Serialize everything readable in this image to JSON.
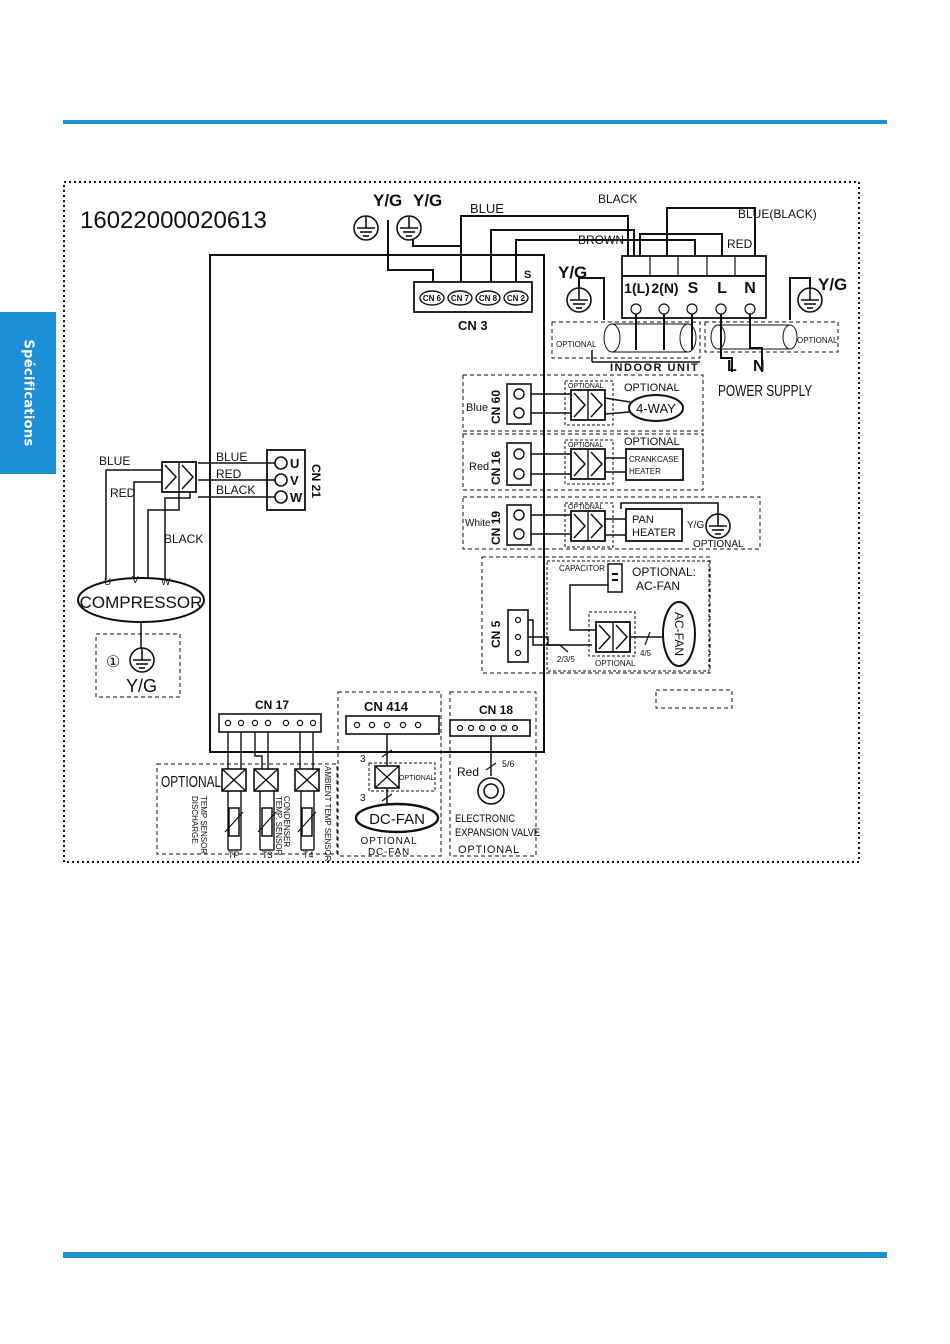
{
  "sidebar": {
    "label": "Spécifications"
  },
  "colors": {
    "accent": "#1c8fd6",
    "ink": "#111111"
  },
  "diagram": {
    "part_number": "16022000020613",
    "top": {
      "yg_1": "Y/G",
      "yg_2": "Y/G",
      "yg_left": "Y/G",
      "yg_right": "Y/G",
      "black": "BLACK",
      "blue": "BLUE",
      "blue_black": "BLUE(BLACK)",
      "brown": "BROWN",
      "red": "RED",
      "s": "S"
    },
    "cn3": {
      "label": "CN 3",
      "pins": [
        "CN 6",
        "CN 7",
        "CN 8",
        "CN 2"
      ]
    },
    "terminal": {
      "labels": [
        "1(L)",
        "2(N)",
        "S",
        "L",
        "N"
      ]
    },
    "indoor": {
      "optional": "OPTIONAL",
      "label": "INDOOR  UNIT"
    },
    "power": {
      "optional": "OPTIONAL",
      "l": "L",
      "n": "N",
      "label": "POWER SUPPLY"
    },
    "cn60": {
      "label": "CN 60",
      "wire": "Blue",
      "optional_small": "OPTIONAL",
      "optional": "OPTIONAL",
      "device": "4-WAY"
    },
    "cn16": {
      "label": "CN 16",
      "wire": "Red",
      "optional_small": "OPTIONAL",
      "optional": "OPTIONAL",
      "device_l1": "CRANKCASE",
      "device_l2": "HEATER"
    },
    "cn19": {
      "label": "CN 19",
      "wire": "White",
      "optional_small": "OPTIONAL",
      "device_l1": "PAN",
      "device_l2": "HEATER",
      "yg": "Y/G",
      "optional": "OPTIONAL"
    },
    "cn5": {
      "label": "CN 5",
      "capacitor": "CAPACITOR",
      "optional_l1": "OPTIONAL:",
      "optional_l2": "AC-FAN",
      "fan": "AC-FAN",
      "pins_a": "2/3/5",
      "pins_b": "4/5",
      "optional_small": "OPTIONAL"
    },
    "cn21": {
      "label": "CN 21",
      "wires": [
        "BLUE",
        "RED",
        "BLACK"
      ],
      "pins": [
        "U",
        "V",
        "W"
      ]
    },
    "compressor": {
      "blue": "BLUE",
      "red": "RED",
      "black": "BLACK",
      "u": "U",
      "v": "V",
      "w": "W",
      "label": "COMPRESSOR",
      "ground_num": "①",
      "yg": "Y/G"
    },
    "cn17": {
      "label": "CN 17",
      "optional": "OPTIONAL",
      "discharge_l1": "DISCHARGE",
      "discharge_l2": "TEMP SENSOR",
      "condenser_l1": "CONDENSER",
      "condenser_l2": "TEMP. SENSOR",
      "ambient": "AMBIENT TEMP SENSOR",
      "tp": "TP",
      "t3": "T3",
      "t4": "T4"
    },
    "cn414": {
      "label": "CN 414",
      "pin_a": "3",
      "pin_b": "3",
      "optional_small": "OPTIONAL",
      "fan": "DC-FAN",
      "optional_l1": "OPTIONAL",
      "optional_l2": "DC-FAN"
    },
    "cn18": {
      "label": "CN 18",
      "wire": "Red",
      "pins": "5/6",
      "device_l1": "ELECTRONIC",
      "device_l2": "EXPANSION VALVE",
      "optional": "OPTIONAL"
    }
  }
}
